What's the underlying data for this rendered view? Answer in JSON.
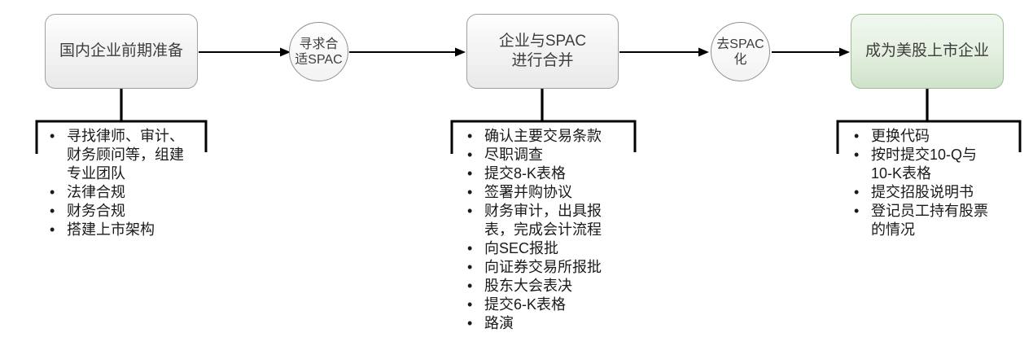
{
  "flow": {
    "nodes": [
      {
        "id": "domestic-preparation",
        "shape": "rounded-rect",
        "lines": [
          "国内企业前期准备"
        ]
      },
      {
        "id": "find-suitable-spac",
        "shape": "circle",
        "lines": [
          "寻求合",
          "适SPAC"
        ]
      },
      {
        "id": "merge-with-spac",
        "shape": "rounded-rect",
        "lines": [
          "企业与SPAC",
          "进行合并"
        ]
      },
      {
        "id": "de-spac",
        "shape": "circle",
        "lines": [
          "去SPAC",
          "化"
        ]
      },
      {
        "id": "us-listed-company",
        "shape": "rounded-rect",
        "highlighted": true,
        "lines": [
          "成为美股上市企业"
        ]
      }
    ]
  },
  "details": [
    {
      "for": "domestic-preparation",
      "items": [
        "寻找律师、审计、财务顾问等，组建专业团队",
        "法律合规",
        "财务合规",
        "搭建上市架构"
      ]
    },
    {
      "for": "merge-with-spac",
      "items": [
        "确认主要交易条款",
        "尽职调查",
        "提交8-K表格",
        "签署并购协议",
        "财务审计，出具报表，完成会计流程",
        "向SEC报批",
        "向证券交易所报批",
        "股东大会表决",
        "提交6-K表格",
        "路演"
      ]
    },
    {
      "for": "us-listed-company",
      "items": [
        "更换代码",
        "按时提交10-Q与10-K表格",
        "提交招股说明书",
        "登记员工持有股票的情况"
      ]
    }
  ],
  "colors": {
    "node_border": "#a0a0a0",
    "node_fill_top": "#fefefe",
    "node_fill_bottom": "#e9e9e9",
    "highlight_border": "#9cc08d",
    "highlight_fill_top": "#f1f7ef",
    "highlight_fill_bottom": "#cfe2ca",
    "connector": "#000000",
    "node_text": "#3d3d3d",
    "list_text": "#1a1a1a"
  }
}
